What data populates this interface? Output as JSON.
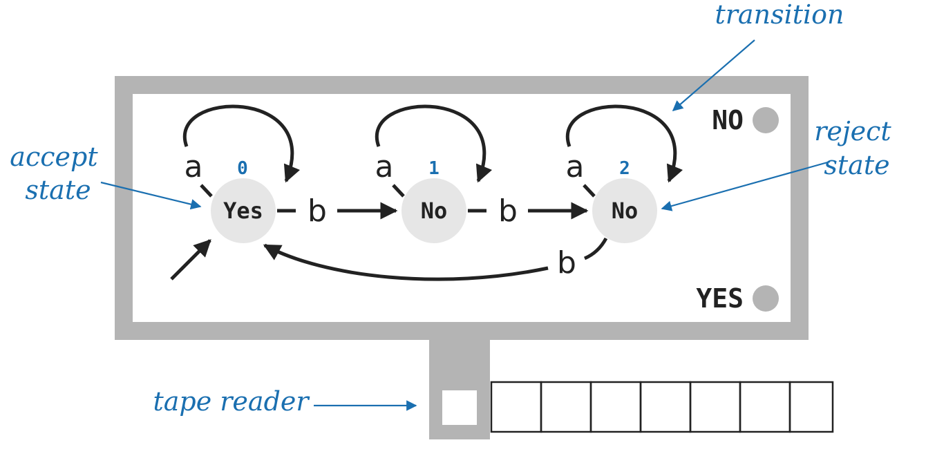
{
  "states": [
    {
      "index": "0",
      "label": "Yes"
    },
    {
      "index": "1",
      "label": "No"
    },
    {
      "index": "2",
      "label": "No"
    }
  ],
  "transitions": [
    {
      "from": "0",
      "to": "0",
      "symbol": "a"
    },
    {
      "from": "1",
      "to": "1",
      "symbol": "a"
    },
    {
      "from": "2",
      "to": "2",
      "symbol": "a"
    },
    {
      "from": "0",
      "to": "1",
      "symbol": "b"
    },
    {
      "from": "1",
      "to": "2",
      "symbol": "b"
    },
    {
      "from": "2",
      "to": "0",
      "symbol": "b"
    }
  ],
  "indicators": {
    "no": "NO",
    "yes": "YES"
  },
  "callouts": {
    "accept_line1": "accept",
    "accept_line2": "state",
    "reject_line1": "reject",
    "reject_line2": "state",
    "transition": "transition",
    "tape_reader": "tape reader"
  },
  "colors": {
    "frame": "#b4b4b4",
    "state_fill": "#e6e6e6",
    "indicator_light": "#b4b4b4",
    "callout": "#1a6fb0",
    "ink": "#222222"
  },
  "tape": {
    "cell_count": 7
  }
}
